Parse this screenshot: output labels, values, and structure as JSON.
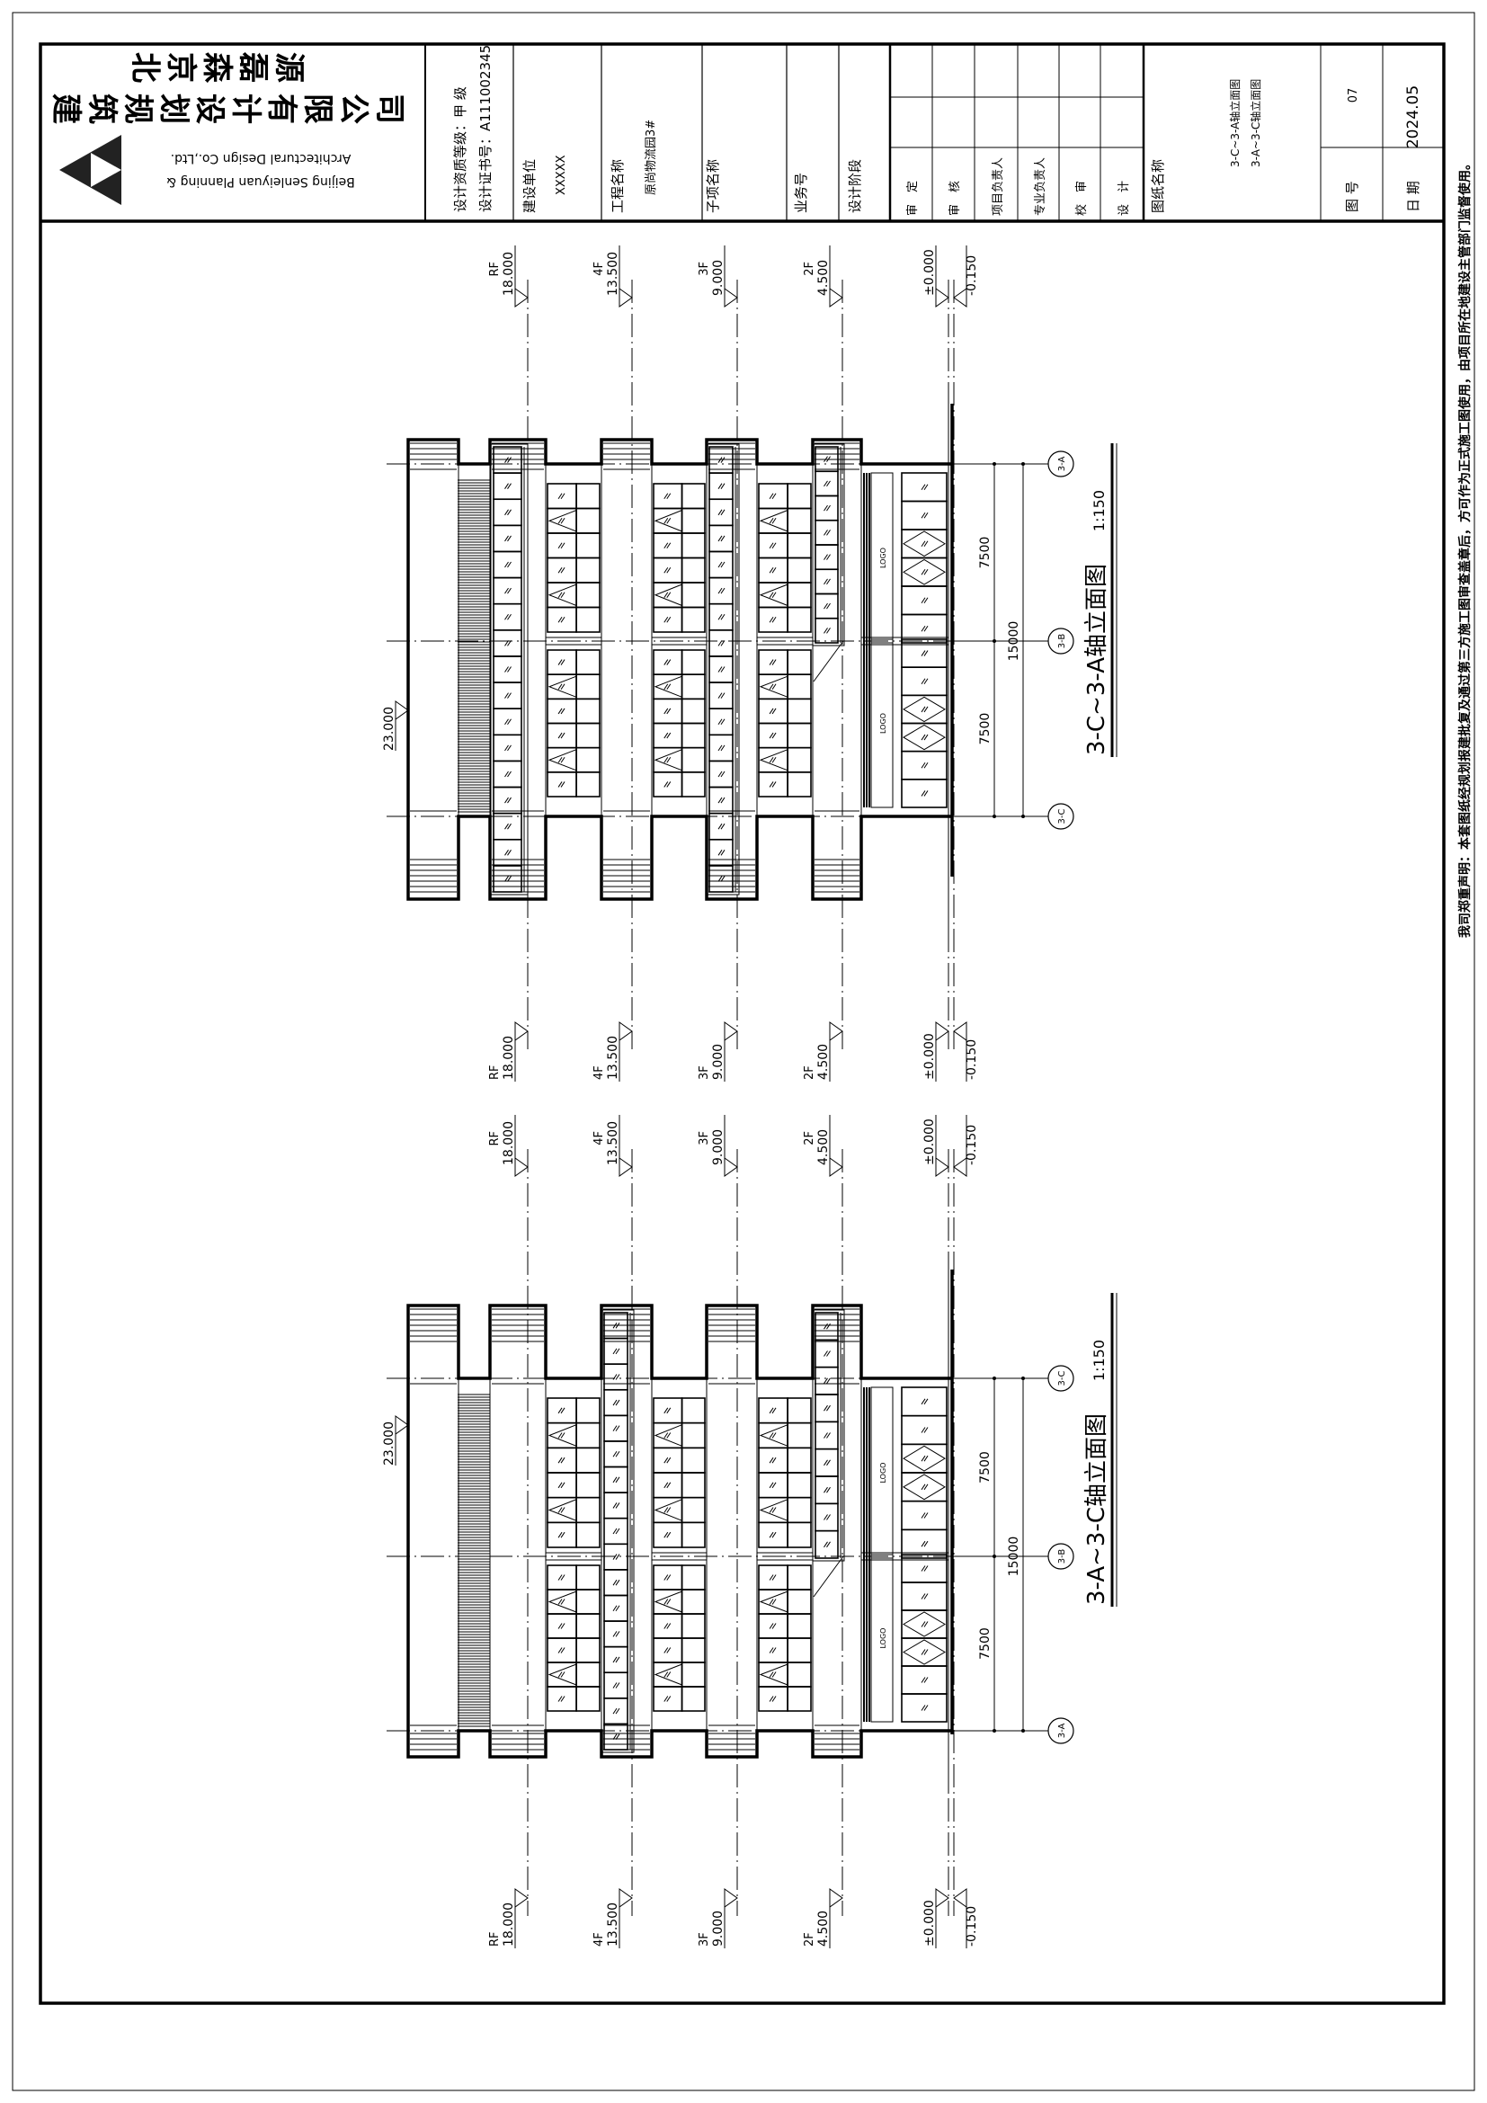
{
  "title_block": {
    "company_cn_line1": "北京森磊源",
    "company_cn_line2": "建筑规划设计有限公司",
    "company_en_line1": "Beijing Senleiyuan Planning &",
    "company_en_line2": "Architectural Design Co.,Ltd.",
    "qualification": "设计资质等级：甲  级",
    "certificate": "设计证书号：A111002345",
    "client_label": "建设单位",
    "client_value": "XXXXX",
    "project_label": "工程名称",
    "project_value": "原尚物流园3#",
    "subproject_label": "子项名称",
    "job_no_label": "业务号",
    "stage_label": "设计阶段",
    "signatures": [
      "审　定",
      "审　核",
      "项目负责人",
      "专业负责人",
      "校　审",
      "设　计"
    ],
    "drawing_name_label": "图纸名称",
    "drawing_names": [
      "3-C~3-A轴立面图",
      "3-A~3-C轴立面图"
    ],
    "drawing_no_label": "图  号",
    "drawing_no": "07",
    "date_label": "日  期",
    "date": "2024.05"
  },
  "statement": "我司郑重声明：本套图纸经规划报建批复及通过第三方施工图审查盖章后，方可作为正式施工图使用，由项目所在地建设主管部门监督使用。",
  "elevations": [
    {
      "title": "3-C~3-A轴立面图",
      "scale": "1:150",
      "grid_labels": [
        "3-A",
        "3-B",
        "3-C"
      ],
      "dims": [
        "7500",
        "7500"
      ],
      "total_dim": "15000",
      "top_elevation": "23.000",
      "logo_text": "LOGO",
      "levels": [
        {
          "name": "RF",
          "value": "18.000"
        },
        {
          "name": "4F",
          "value": "13.500"
        },
        {
          "name": "3F",
          "value": "9.000"
        },
        {
          "name": "2F",
          "value": "4.500"
        },
        {
          "name": "",
          "value": "±0.000"
        },
        {
          "name": "",
          "value": "-0.150"
        }
      ]
    },
    {
      "title": "3-A~3-C轴立面图",
      "scale": "1:150",
      "grid_labels": [
        "3-C",
        "3-B",
        "3-A"
      ],
      "dims": [
        "7500",
        "7500"
      ],
      "total_dim": "15000",
      "top_elevation": "23.000",
      "logo_text": "LOGO",
      "levels": [
        {
          "name": "RF",
          "value": "18.000"
        },
        {
          "name": "4F",
          "value": "13.500"
        },
        {
          "name": "3F",
          "value": "9.000"
        },
        {
          "name": "2F",
          "value": "4.500"
        },
        {
          "name": "",
          "value": "±0.000"
        },
        {
          "name": "",
          "value": "-0.150"
        }
      ]
    }
  ]
}
